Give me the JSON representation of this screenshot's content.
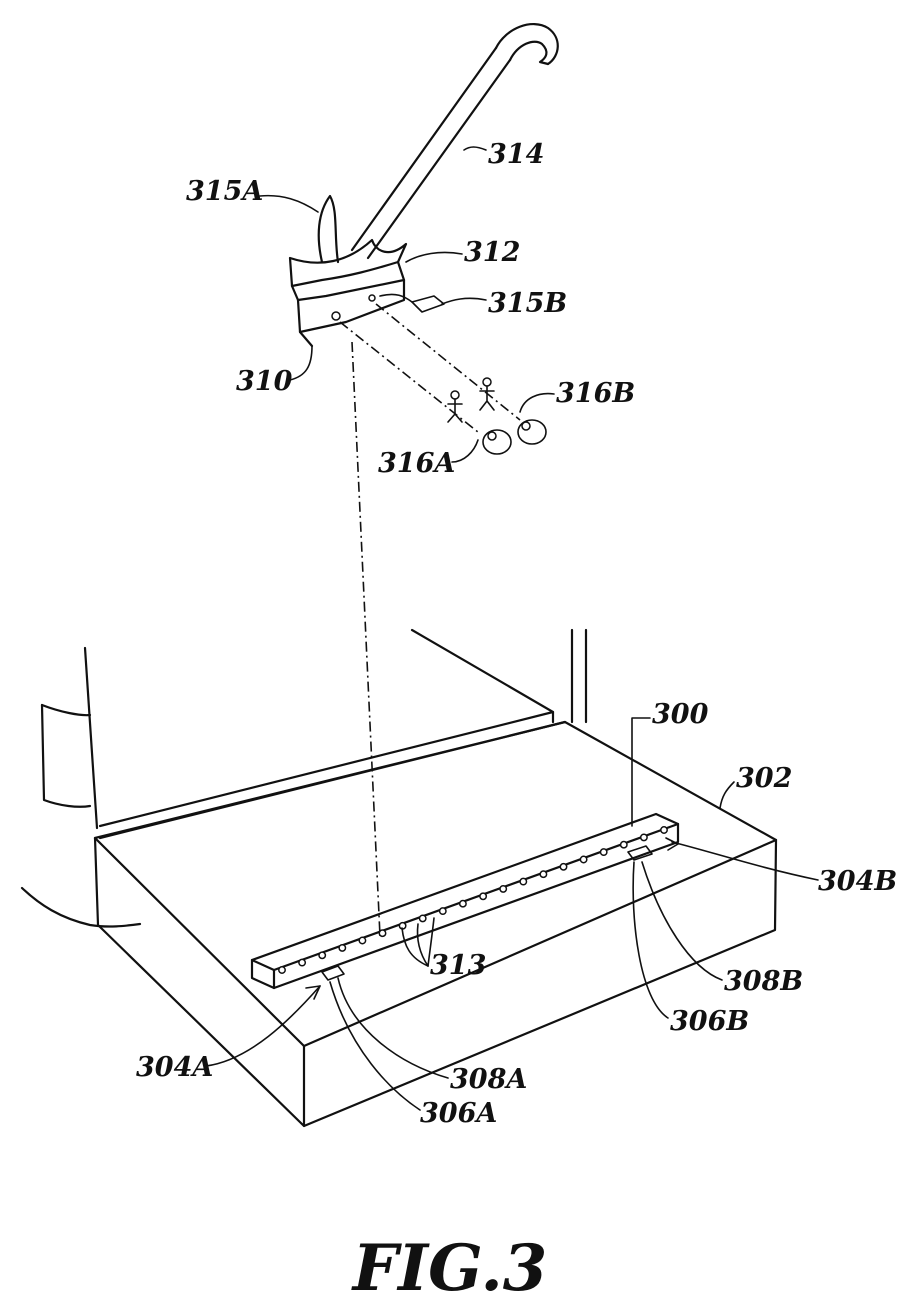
{
  "figure": {
    "caption": "FIG.3",
    "labels": {
      "l314": "314",
      "l315A": "315A",
      "l312": "312",
      "l315B": "315B",
      "l310": "310",
      "l316B": "316B",
      "l316A": "316A",
      "l300": "300",
      "l302": "302",
      "l304B": "304B",
      "l313": "313",
      "l308B": "308B",
      "l306B": "306B",
      "l304A": "304A",
      "l308A": "308A",
      "l306A": "306A"
    }
  }
}
